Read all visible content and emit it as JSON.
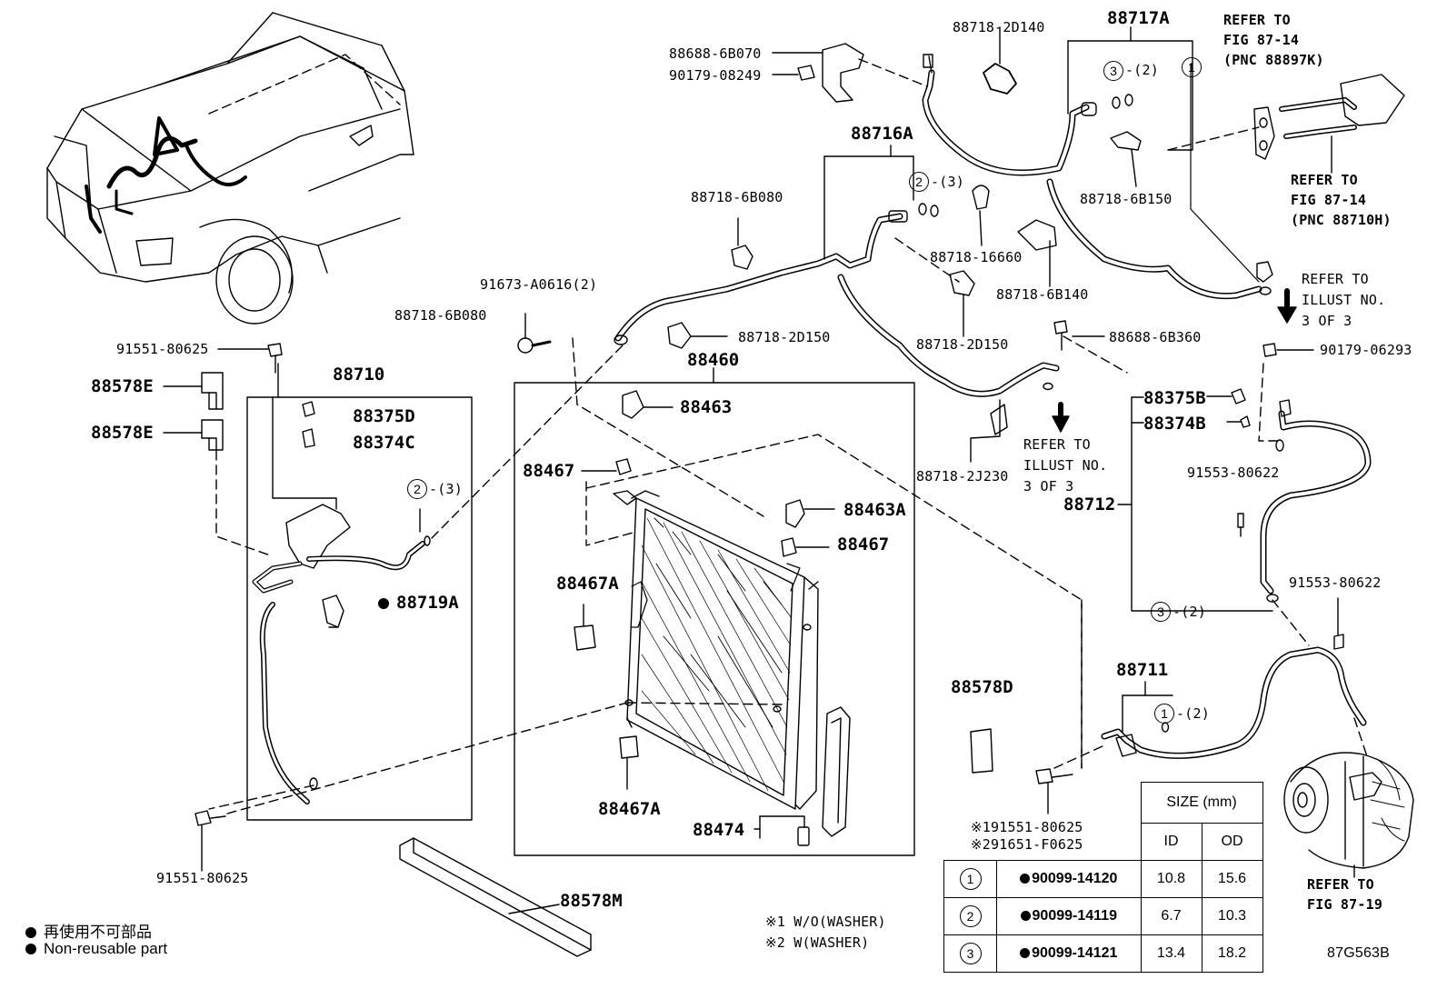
{
  "labels": {
    "p88718_2D140": "88718-2D140",
    "p88717A": "88717A",
    "refer_87_14a_1": "REFER TO",
    "refer_87_14a_2": "FIG 87-14",
    "refer_87_14a_3": "(PNC 88897K)",
    "p88688_6B070": "88688-6B070",
    "p90179_08249": "90179-08249",
    "c3_2_top": "3",
    "c3_2_top_suffix": "-(2)",
    "c1_top": "1",
    "refer_87_14b_1": "REFER TO",
    "refer_87_14b_2": "FIG 87-14",
    "refer_87_14b_3": "(PNC 88710H)",
    "p88716A": "88716A",
    "c2_3_mid": "2",
    "c2_3_mid_suffix": "-(3)",
    "p88718_6B150": "88718-6B150",
    "p88718_6B080_top": "88718-6B080",
    "p88718_16660": "88718-16660",
    "p88718_6B140": "88718-6B140",
    "refer_illust_a_1": "REFER TO",
    "refer_illust_a_2": "ILLUST NO.",
    "refer_illust_a_3": "3 OF 3",
    "p91673": "91673-A0616(2)",
    "p88718_6B080_left": "88718-6B080",
    "p88718_2D150_a": "88718-2D150",
    "p88718_2D150_b": "88718-2D150",
    "p88688_6B360": "88688-6B360",
    "p90179_06293": "90179-06293",
    "p91551_80625_top": "91551-80625",
    "p88710": "88710",
    "p88460": "88460",
    "p88578E_a": "88578E",
    "p88578E_b": "88578E",
    "p88375D": "88375D",
    "p88374C": "88374C",
    "p88463": "88463",
    "p88375B": "88375B",
    "p88374B": "88374B",
    "refer_illust_b_1": "REFER TO",
    "refer_illust_b_2": "ILLUST NO.",
    "refer_illust_b_3": "3 OF 3",
    "p88718_2J230": "88718-2J230",
    "p91553_80622_a": "91553-80622",
    "p88712": "88712",
    "c2_3_left": "2",
    "c2_3_left_suffix": "-(3)",
    "p88467_a": "88467",
    "p88463A": "88463A",
    "p88467_b": "88467",
    "p88467A_a": "88467A",
    "p88719A": "88719A",
    "p91553_80622_b": "91553-80622",
    "c3_2_right": "3",
    "c3_2_right_suffix": "-(2)",
    "p88711": "88711",
    "c1_2_right": "1",
    "c1_2_right_suffix": "-(2)",
    "p88578D": "88578D",
    "p88467A_b": "88467A",
    "p88474": "88474",
    "note_191551": "※191551-80625",
    "note_291651": "※291651-F0625",
    "p91551_80625_bottom": "91551-80625",
    "p88578M": "88578M",
    "refer_87_19_1": "REFER TO",
    "refer_87_19_2": "FIG 87-19",
    "washer_1": "※1 W/O(WASHER)",
    "washer_2": "※2 W(WASHER)",
    "fig_code": "87G563B"
  },
  "legend": {
    "japanese": "再使用不可部品",
    "english": "Non-reusable part"
  },
  "size_table": {
    "header": "SIZE (mm)",
    "col_id": "ID",
    "col_od": "OD",
    "rows": [
      {
        "mark": "1",
        "part": "90099-14120",
        "id": "10.8",
        "od": "15.6"
      },
      {
        "mark": "2",
        "part": "90099-14119",
        "id": "6.7",
        "od": "10.3"
      },
      {
        "mark": "3",
        "part": "90099-14121",
        "id": "13.4",
        "od": "18.2"
      }
    ]
  }
}
